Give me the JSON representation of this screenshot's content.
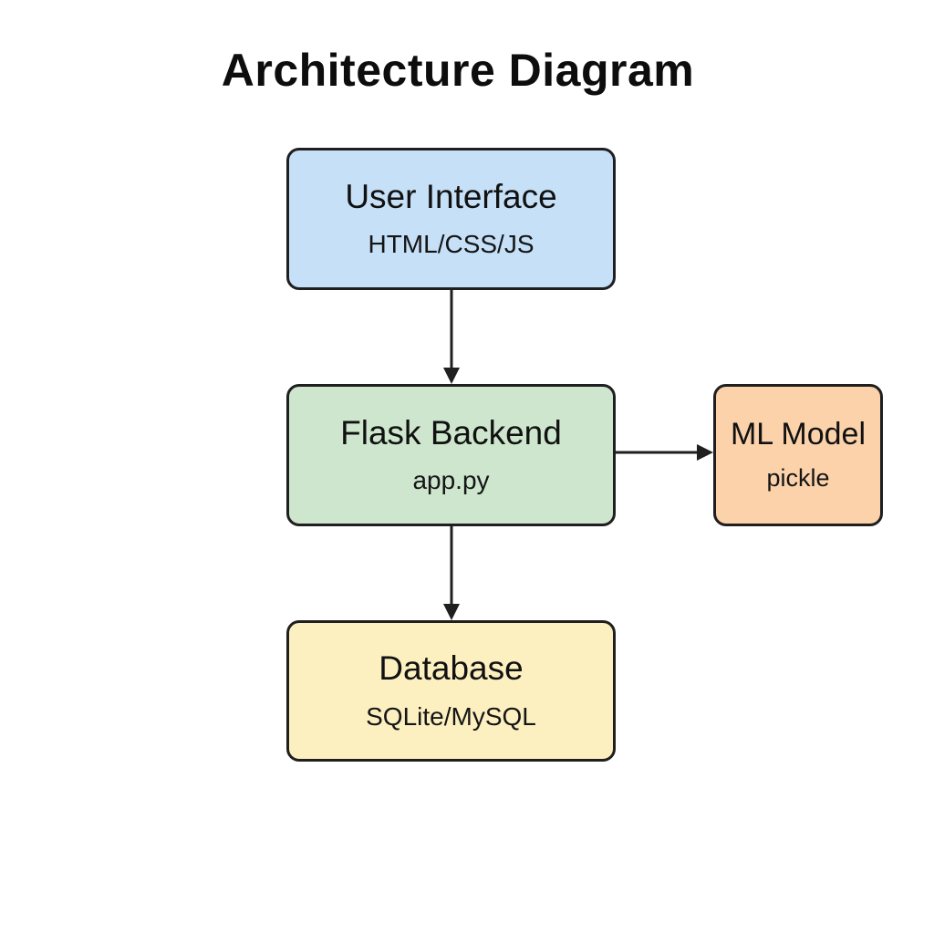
{
  "title": "Architecture Diagram",
  "nodes": {
    "user_interface": {
      "name": "User Interface",
      "detail": "HTML/CSS/JS",
      "fill": "#c6e0f7"
    },
    "flask_backend": {
      "name": "Flask Backend",
      "detail": "app.py",
      "fill": "#cde6cd"
    },
    "ml_model": {
      "name": "ML Model",
      "detail": "pickle",
      "fill": "#fbd2aa"
    },
    "database": {
      "name": "Database",
      "detail": "SQLite/MySQL",
      "fill": "#fdf0c0"
    }
  },
  "edges": [
    {
      "from": "user_interface",
      "to": "flask_backend"
    },
    {
      "from": "flask_backend",
      "to": "ml_model"
    },
    {
      "from": "flask_backend",
      "to": "database"
    }
  ],
  "colors": {
    "stroke": "#1f1f1f",
    "background": "#ffffff"
  }
}
